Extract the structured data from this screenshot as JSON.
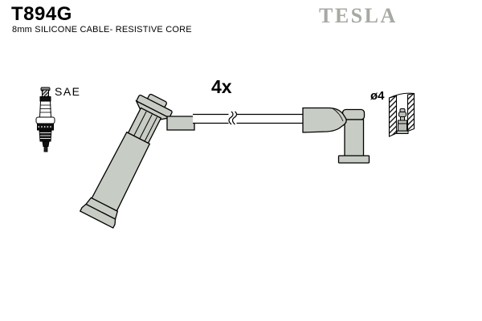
{
  "header": {
    "product_code": "T894G",
    "product_description": "8mm SILICONE CABLE- RESISTIVE CORE"
  },
  "brand": {
    "logo_text": "TESLA",
    "logo_color": "#a5aaa2"
  },
  "diagram": {
    "spark_plug_label": "SAE",
    "quantity_label": "4x",
    "terminal_diameter_label": "ø4",
    "colors": {
      "boot_fill": "#c7ccc4",
      "outline": "#000000",
      "metal_fill": "#b9bfb7",
      "background": "#ffffff"
    }
  }
}
